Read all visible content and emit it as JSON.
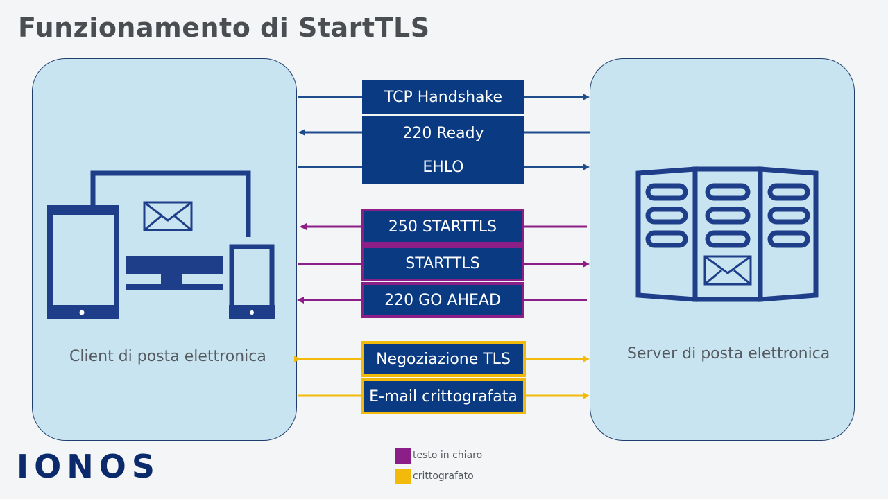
{
  "title": "Funzionamento di StartTLS",
  "client": {
    "label": "Client di posta elettronica"
  },
  "server": {
    "label": "Server di posta elettronica"
  },
  "messages": [
    {
      "label": "TCP Handshake",
      "direction": "to-server",
      "type": "plain-tcp"
    },
    {
      "label": "220 Ready",
      "direction": "to-client",
      "type": "plain-tcp"
    },
    {
      "label": "EHLO",
      "direction": "to-server",
      "type": "plain-tcp"
    },
    {
      "label": "250 STARTTLS",
      "direction": "to-client",
      "type": "plaintext"
    },
    {
      "label": "STARTTLS",
      "direction": "to-server",
      "type": "plaintext"
    },
    {
      "label": "220 GO AHEAD",
      "direction": "to-client",
      "type": "plaintext"
    },
    {
      "label": "Negoziazione TLS",
      "direction": "both",
      "type": "encrypted"
    },
    {
      "label": "E-mail crittografata",
      "direction": "to-server",
      "type": "encrypted"
    }
  ],
  "legend": [
    {
      "label": "testo in chiaro",
      "color": "#8c1f87"
    },
    {
      "label": "crittografato",
      "color": "#f2bb0c"
    }
  ],
  "logo": "IONOS",
  "colors": {
    "navy": "#0a3a82",
    "arrow_navy": "#1f4c8c",
    "plaintext": "#8c1f87",
    "encrypted": "#f2bb0c",
    "panel": "#c8e4f0"
  }
}
